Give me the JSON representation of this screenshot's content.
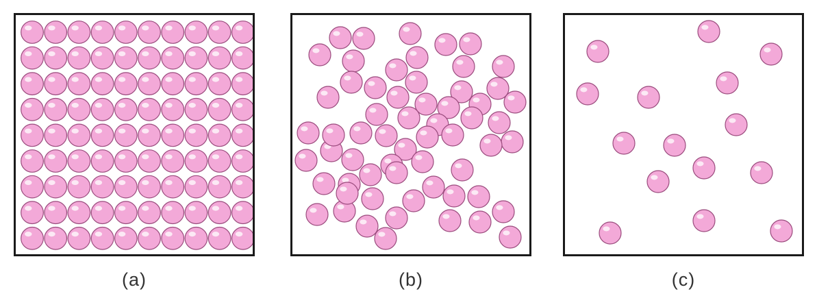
{
  "panels": [
    {
      "caption": "(a)",
      "state": "solid",
      "particle_count": 90
    },
    {
      "caption": "(b)",
      "state": "liquid",
      "particle_count": 61
    },
    {
      "caption": "(c)",
      "state": "gas",
      "particle_count": 15
    }
  ],
  "colors": {
    "particle_fill": "#f3a9d8",
    "particle_edge": "#9a4b7d",
    "particle_highlight": "#ffffff",
    "border": "#1a1a1a",
    "caption": "#333333"
  }
}
